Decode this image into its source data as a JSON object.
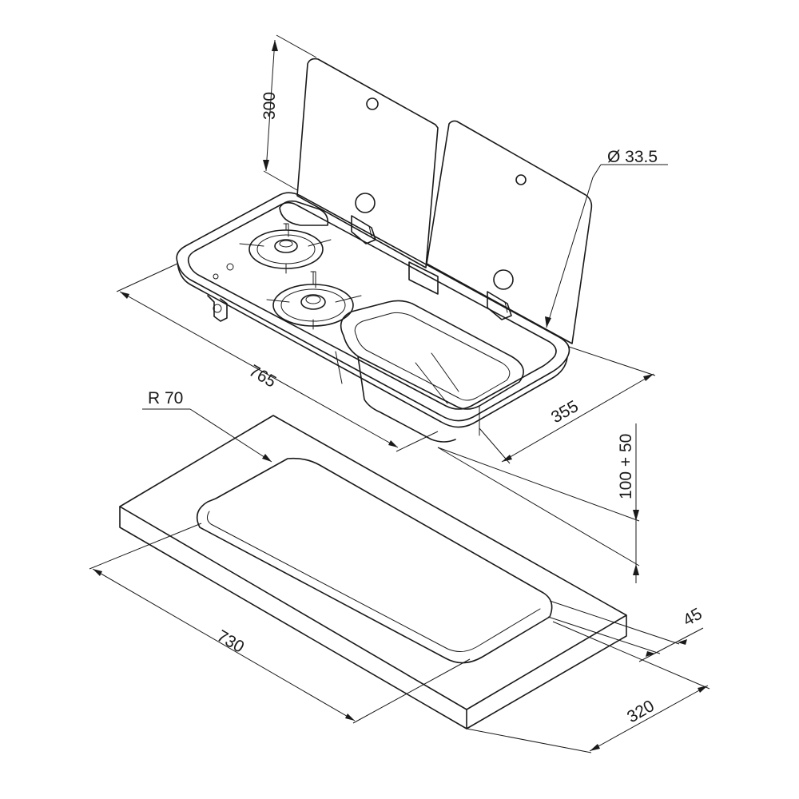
{
  "dimensions": {
    "lid_height": "300",
    "hole_diameter": "Ø 33.5",
    "length": "765",
    "depth": "355",
    "install_height": "100 + 50",
    "corner_radius": "R 70",
    "cutout_length": "730",
    "cutout_offset": "45",
    "cutout_depth": "320"
  }
}
